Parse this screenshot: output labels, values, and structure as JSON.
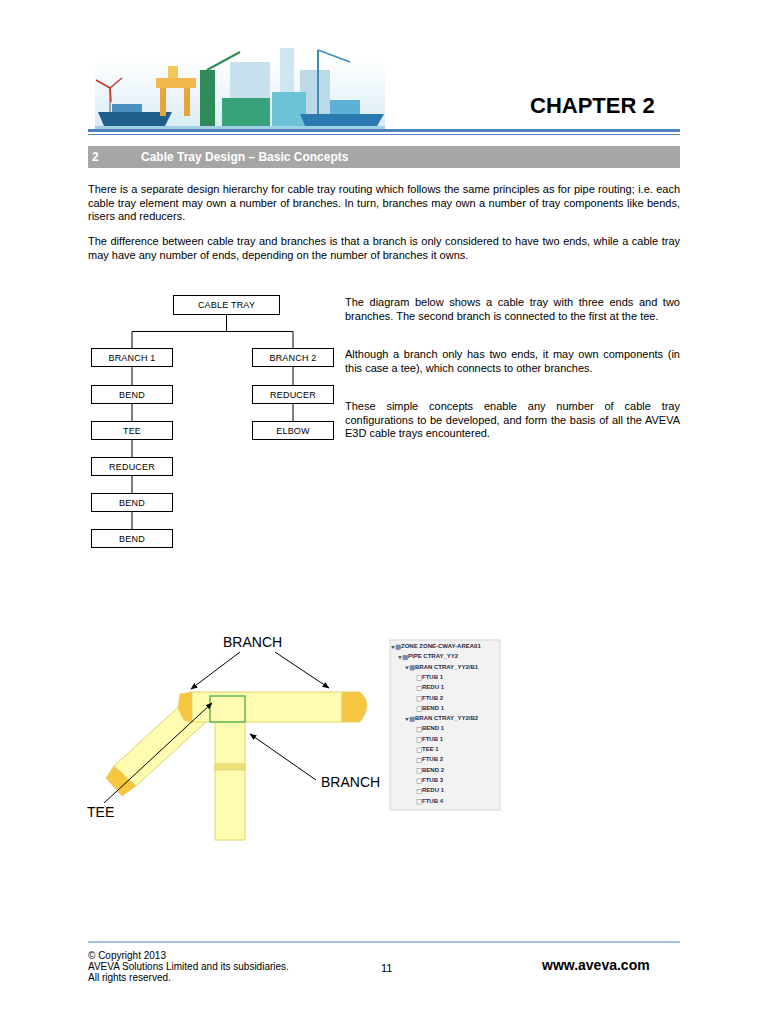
{
  "diagram": {
    "title": "CHAPTER 2",
    "nodes": [
      {
        "text": [
          "CABLE TRAY"
        ]
      },
      {
        "text": [
          "BRANCH 1"
        ]
      },
      {
        "text": [
          "BRANCH 2"
        ]
      },
      {
        "text": [
          "BEND"
        ]
      },
      {
        "text": [
          "TEE"
        ]
      },
      {
        "text": [
          "REDUCER"
        ]
      },
      {
        "text": [
          "BEND"
        ]
      },
      {
        "text": [
          "BEND"
        ]
      },
      {
        "text": [
          "REDUCER"
        ]
      },
      {
        "text": [
          "ELBOW"
        ]
      }
    ],
    "edges": [
      {
        "from": 0,
        "to": 1,
        "arrow": "none"
      },
      {
        "from": 0,
        "to": 2,
        "arrow": "none"
      },
      {
        "from": 1,
        "to": 3,
        "arrow": "none"
      },
      {
        "from": 3,
        "to": 4,
        "arrow": "none"
      },
      {
        "from": 4,
        "to": 5,
        "arrow": "none"
      },
      {
        "from": 5,
        "to": 6,
        "arrow": "none"
      },
      {
        "from": 6,
        "to": 7,
        "arrow": "none"
      },
      {
        "from": 2,
        "to": 8,
        "arrow": "none"
      },
      {
        "from": 8,
        "to": 9,
        "arrow": "none"
      }
    ],
    "labels": [
      "2",
      "Cable Tray Design – Basic Concepts",
      "There is a separate design hierarchy for cable tray routing which follows the same principles as for pipe routing; i.e. each cable tray element may own a number of branches. In turn, branches may own a number of tray components like bends, risers and reducers.",
      "The difference between cable tray and branches is that a branch is only considered to have two ends, while a cable tray may have any number of ends, depending on the number of branches it owns.",
      "The diagram below shows a cable tray with three ends and two branches. The second branch is connected to the first at the tee.",
      "Although a branch only has two ends, it may own components (in this case a tee), which connects to other branches.",
      "These simple concepts enable any number of cable tray configurations to be developed, and form the basis of all the AVEVA E3D cable trays encountered.",
      "BRANCH",
      "BRANCH",
      "TEE",
      "ZONE ZONE-CWAY-AREA01",
      "PIPE CTRAY_YY2",
      "BRAN CTRAY_YY2/B1",
      "FTUB 1",
      "REDU 1",
      "FTUB 2",
      "BEND 1",
      "BRAN CTRAY_YY2/B2",
      "BEND 1",
      "FTUB 1",
      "TEE 1",
      "FTUB 2",
      "BEND 2",
      "FTUB 3",
      "REDU 1",
      "FTUB 4",
      "© Copyright 2013",
      "AVEVA Solutions Limited and its subsidiaries.",
      "All rights reserved.",
      "11",
      "www.aveva.com"
    ]
  }
}
